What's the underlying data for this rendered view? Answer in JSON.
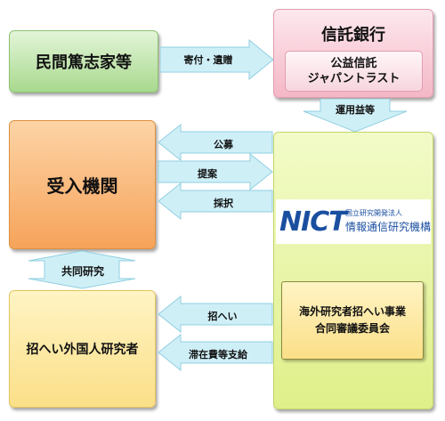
{
  "boxes": {
    "donors": "民間篤志家等",
    "trust_bank": "信託銀行",
    "trust_fund_line1": "公益信託",
    "trust_fund_line2": "ジャパントラスト",
    "host": "受入機関",
    "researcher": "招へい外国人研究者",
    "committee_line1": "海外研究者招へい事業",
    "committee_line2": "合同審議委員会"
  },
  "arrows": {
    "donation": "寄付・遺贈",
    "investment_income": "運用益等",
    "call": "公募",
    "proposal": "提案",
    "adoption": "採択",
    "joint_research": "共同研究",
    "invitation": "招へい",
    "stay_expenses": "滞在費等支給"
  },
  "logo": {
    "mark": "NICT",
    "org_type": "国立研究開発法人",
    "org_name": "情報通信研究機構"
  },
  "colors": {
    "arrow_fill": "#cfeff7",
    "arrow_stroke": "#8fcfe0",
    "logo_blue": "#1a4fa0"
  }
}
